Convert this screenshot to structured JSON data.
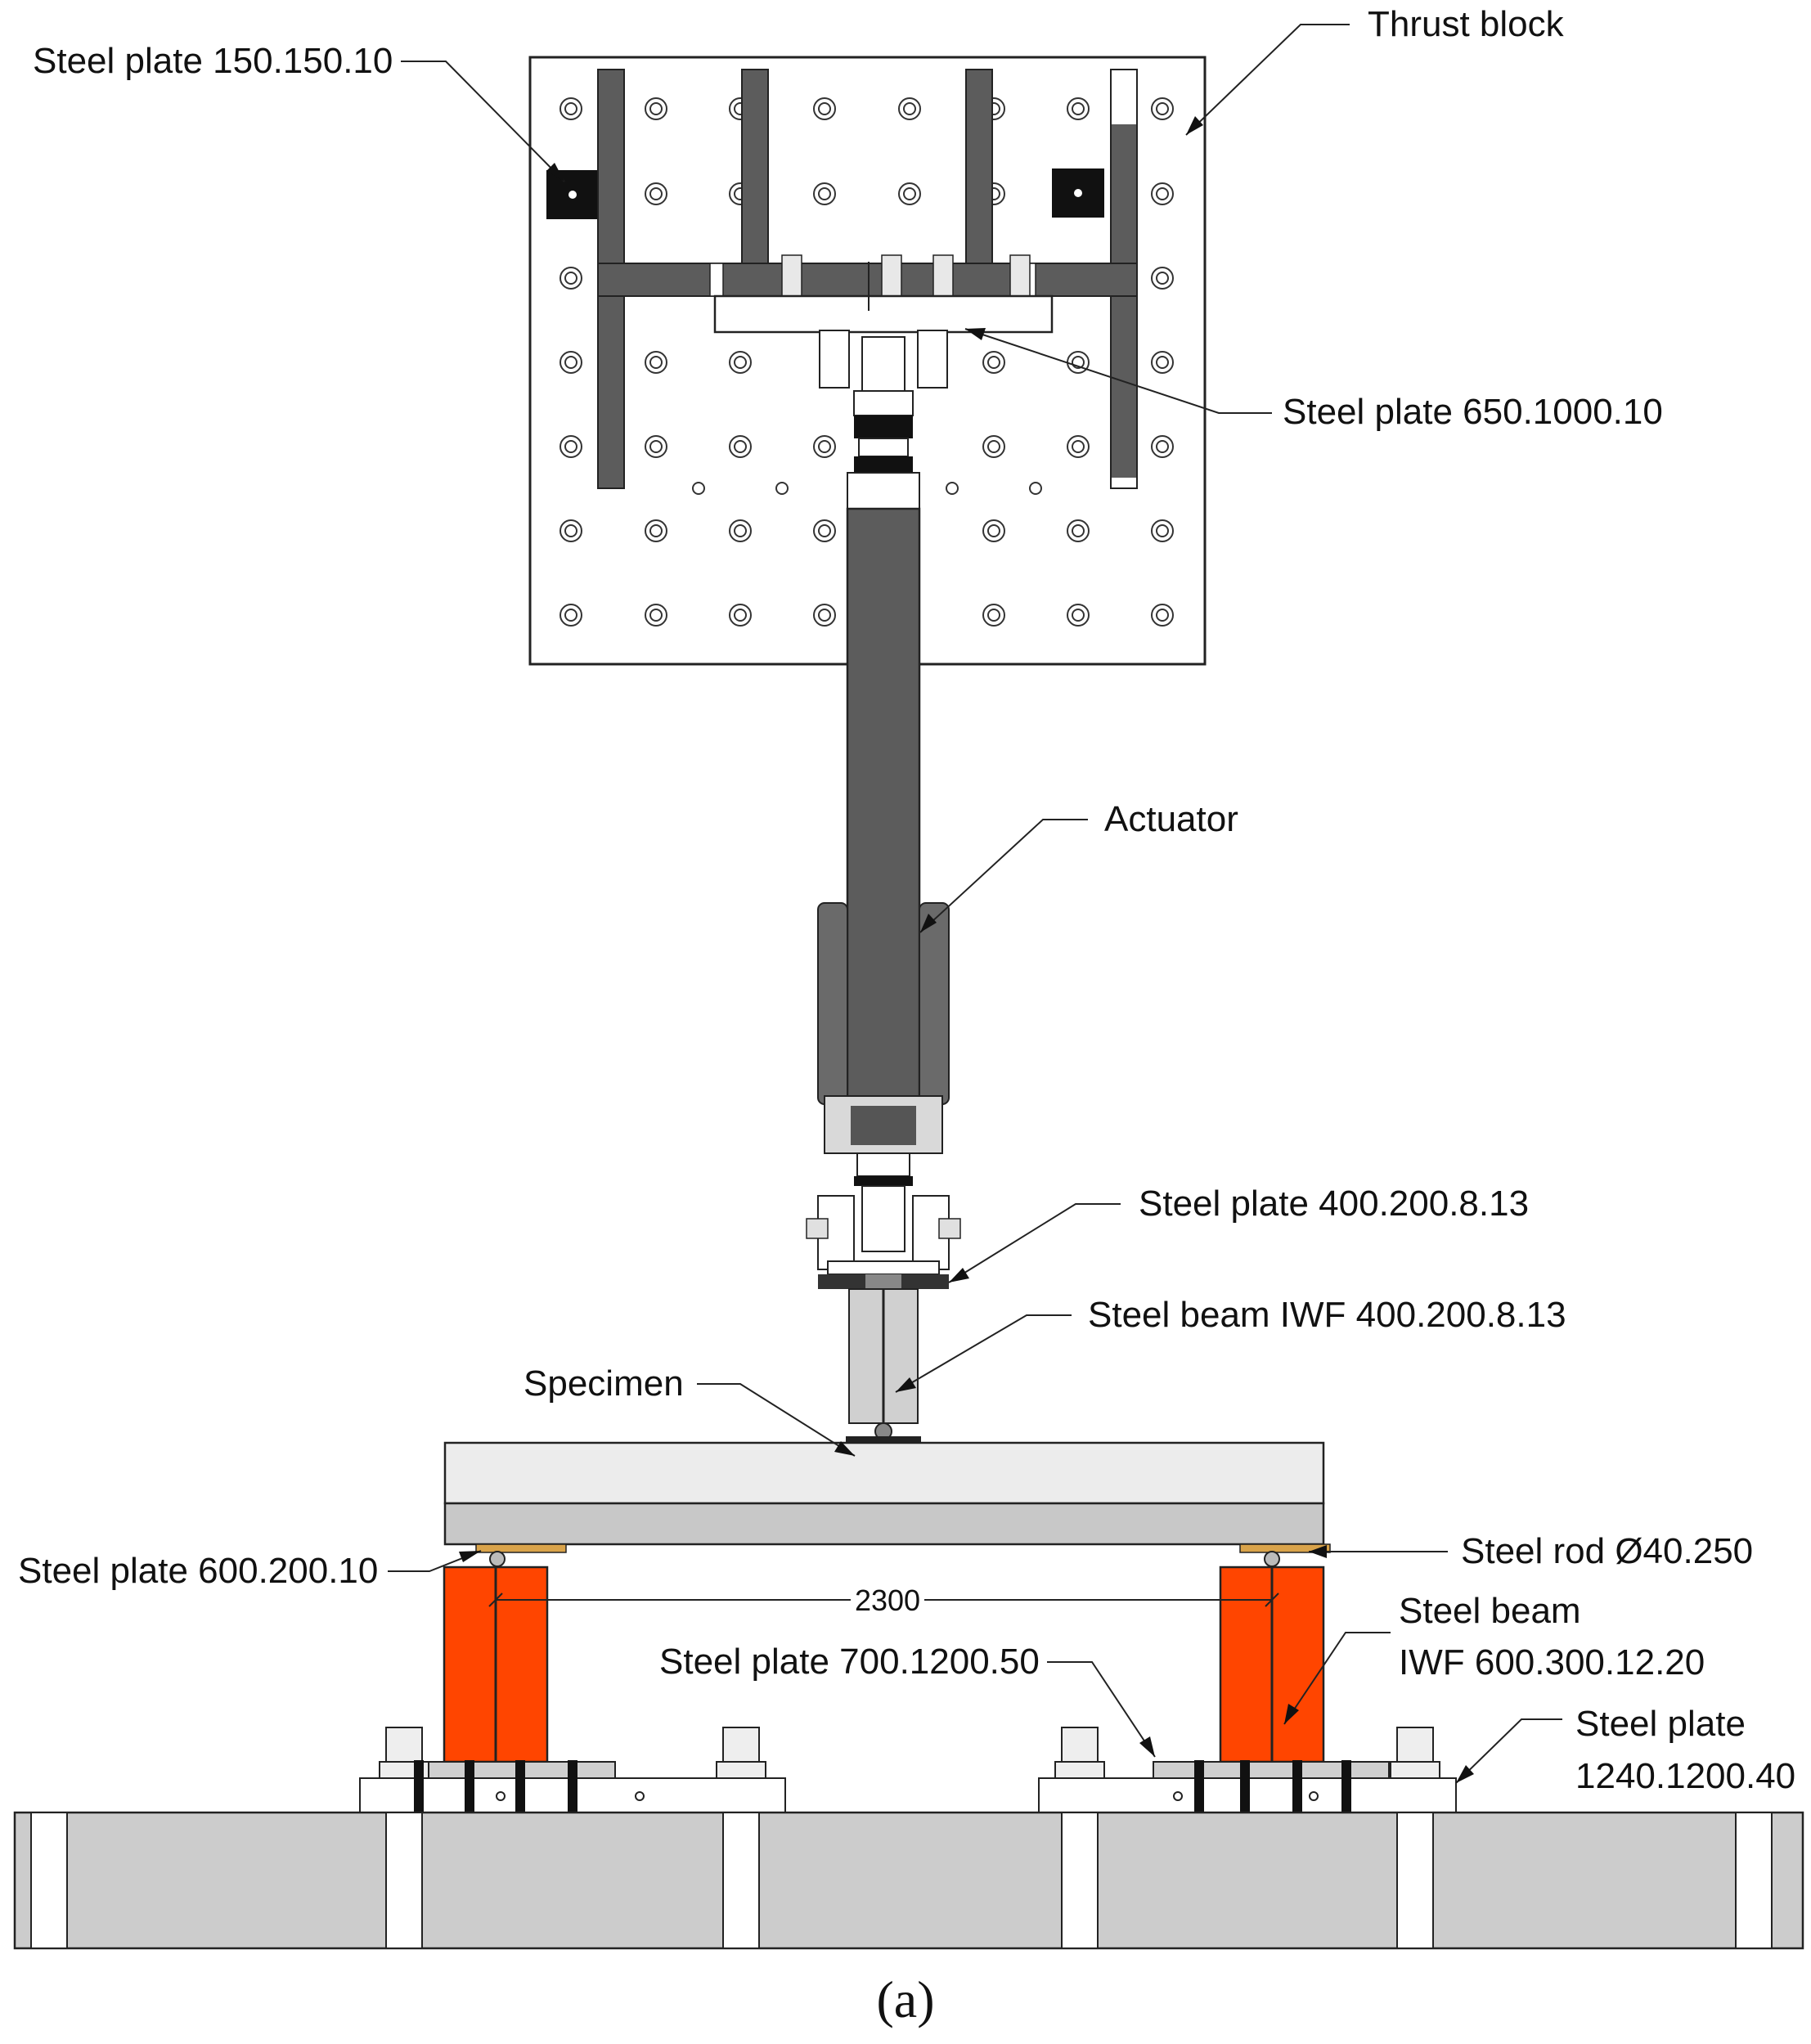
{
  "labels": {
    "plate_150": "Steel plate 150.150.10",
    "thrust_block": "Thrust block",
    "plate_650": "Steel plate 650.1000.10",
    "actuator": "Actuator",
    "plate_400": "Steel plate 400.200.8.13",
    "beam_400": "Steel beam IWF 400.200.8.13",
    "specimen": "Specimen",
    "plate_600": "Steel plate 600.200.10",
    "rod_40": "Steel rod Ø40.250",
    "beam_600_line1": "Steel beam",
    "beam_600_line2": "IWF 600.300.12.20",
    "plate_700": "Steel plate 700.1200.50",
    "plate_1240_line1": "Steel plate",
    "plate_1240_line2": "1240.1200.40"
  },
  "dimension": {
    "span": "2300"
  },
  "caption": "(a)",
  "colors": {
    "steel_dark": "#5c5c5c",
    "support_beam": "#ff4500",
    "specimen_light": "#ececec",
    "specimen_dark": "#c8c8c8",
    "floor": "#cccccc",
    "rod": "#d9a34a"
  }
}
